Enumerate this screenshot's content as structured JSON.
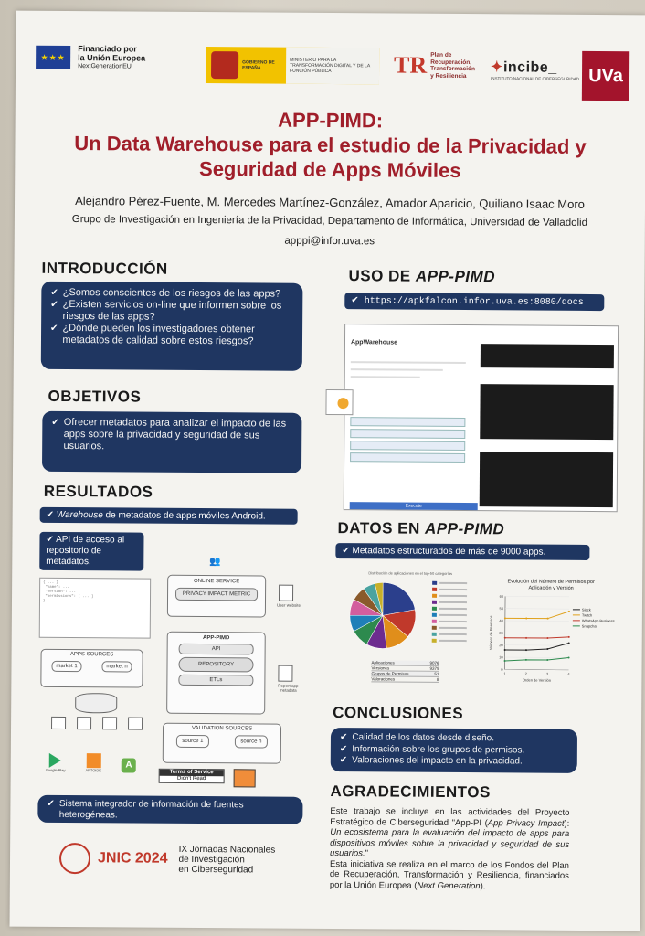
{
  "logos": {
    "eu_line1": "Financiado por",
    "eu_line2": "la Unión Europea",
    "eu_line3": "NextGenerationEU",
    "gov_name": "GOBIERNO DE ESPAÑA",
    "ministry": "MINISTERIO PARA LA TRANSFORMACIÓN DIGITAL Y DE LA FUNCIÓN PÚBLICA",
    "prtr_line1": "Plan de",
    "prtr_line2": "Recuperación,",
    "prtr_line3": "Transformación",
    "prtr_line4": "y Resiliencia",
    "incibe": "incibe_",
    "incibe_sub": "INSTITUTO NACIONAL DE CIBERSEGURIDAD",
    "uva": "UVa",
    "jnic_logo": "JNIC 2024",
    "jnic_line1": "IX Jornadas Nacionales",
    "jnic_line2": "de Investigación",
    "jnic_line3": "en Ciberseguridad"
  },
  "title": {
    "line1": "APP-PIMD:",
    "line2": "Un Data Warehouse para el estudio de la Privacidad y",
    "line3": "Seguridad de Apps Móviles"
  },
  "authors": "Alejandro Pérez-Fuente, M. Mercedes Martínez-González, Amador Aparicio, Quiliano Isaac Moro",
  "affiliation": "Grupo de Investigación en Ingeniería de la Privacidad, Departamento de Informática, Universidad de Valladolid",
  "email": "apppi@infor.uva.es",
  "intro": {
    "heading": "INTRODUCCIÓN",
    "items": [
      "¿Somos conscientes de los riesgos de las apps?",
      "¿Existen servicios on-line que informen sobre los riesgos de las apps?",
      "¿Dónde pueden los investigadores obtener metadatos de calidad sobre estos riesgos?"
    ]
  },
  "objetivos": {
    "heading": "OBJETIVOS",
    "items": [
      "Ofrecer metadatos para analizar el impacto de las apps sobre la privacidad y seguridad de sus usuarios."
    ]
  },
  "resultados": {
    "heading": "RESULTADOS",
    "item1_em": "Warehouse",
    "item1_rest": " de metadatos de apps móviles Android.",
    "item2": "API de acceso al repositorio de metadatos.",
    "item3": "Sistema integrador de información de fuentes heterogéneas."
  },
  "diagram": {
    "online_service": "ONLINE SERVICE",
    "pim": "PRIVACY IMPACT METRIC",
    "app_pimd": "APP-PIMD",
    "api": "API",
    "repository": "REPOSITORY",
    "etls": "ETLs",
    "apps_sources": "APPS SOURCES",
    "market1": "market 1",
    "marketn": "market n",
    "validation_sources": "VALIDATION SOURCES",
    "source1": "source 1",
    "sourcen": "source n",
    "user_website": "User website",
    "report_metadata": "Report app metadata",
    "tos_line1": "Terms of Service",
    "tos_line2": "Didn't Read",
    "google_play": "Google Play",
    "aptoide": "APTOIDE"
  },
  "uso": {
    "heading_plain": "USO DE ",
    "heading_em": "APP-PIMD",
    "url": "https://apkfalcon.infor.uva.es:8080/docs",
    "app_title": "AppWarehouse",
    "execute": "Execute"
  },
  "datos": {
    "heading_plain": "DATOS EN ",
    "heading_em": "APP-PIMD",
    "item": "Metadatos estructurados de más de 9000 apps.",
    "pie_title": "Distribución de aplicaciones en el top-50 categorías",
    "line_title_1": "Evolución del Número de Permisos por",
    "line_title_2": "Aplicación y Versión",
    "line_ylabel": "Número de Permisos",
    "line_xlabel": "Orden de Versión",
    "table": [
      {
        "label": "Aplicaciones",
        "value": "9076"
      },
      {
        "label": "Versiones",
        "value": "9379"
      },
      {
        "label": "Grupos de Permisos",
        "value": "51"
      },
      {
        "label": "Valoraciones",
        "value": "8"
      }
    ]
  },
  "chart_data": [
    {
      "type": "pie",
      "title": "Distribución de aplicaciones en el top-50 categorías",
      "categories": [
        "c1",
        "c2",
        "c3",
        "c4",
        "c5",
        "c6",
        "c7",
        "c8",
        "c9",
        "c10"
      ],
      "values": [
        22,
        14,
        12,
        10,
        9,
        8,
        8,
        7,
        6,
        4
      ],
      "colors": [
        "#2b3f8c",
        "#c0392b",
        "#e08e1b",
        "#6d2c8f",
        "#2d8a4e",
        "#1f7fb8",
        "#d35e9e",
        "#8a5a2b",
        "#4aa3a0",
        "#c7b02b"
      ]
    },
    {
      "type": "line",
      "title": "Evolución del Número de Permisos por Aplicación y Versión",
      "xlabel": "Orden de Versión",
      "ylabel": "Número de Permisos",
      "x": [
        1,
        2,
        3,
        4
      ],
      "ylim": [
        0,
        60
      ],
      "series": [
        {
          "name": "Slack",
          "color": "#222222",
          "values": [
            16,
            16,
            17,
            22
          ]
        },
        {
          "name": "Twitch",
          "color": "#e0a11b",
          "values": [
            42,
            42,
            42,
            48
          ]
        },
        {
          "name": "WhatsApp Business",
          "color": "#c0392b",
          "values": [
            26,
            26,
            26,
            27
          ]
        },
        {
          "name": "Snapchat",
          "color": "#2d8a4e",
          "values": [
            7,
            8,
            8,
            10
          ]
        }
      ]
    }
  ],
  "conclusiones": {
    "heading": "CONCLUSIONES",
    "items": [
      "Calidad de los datos desde diseño.",
      "Información sobre los grupos de permisos.",
      "Valoraciones del impacto en la privacidad."
    ]
  },
  "agradecimientos": {
    "heading": "AGRADECIMIENTOS",
    "p1_a": "Este trabajo se incluye en las actividades del Proyecto Estratégico de Ciberseguridad \"App-PI (",
    "p1_em1": "App Privacy Impact",
    "p1_b": "): ",
    "p1_em2": "Un ecosistema para la evaluación del impacto de apps para dispositivos móviles sobre la privacidad y seguridad de sus usuarios.",
    "p1_c": "\"",
    "p2_a": "Esta iniciativa se realiza en el marco de los Fondos del Plan de Recuperación, Transformación y Resiliencia, financiados por la Unión Europea (",
    "p2_em": "Next Generation",
    "p2_b": ")."
  },
  "colors": {
    "title_red": "#a01e2a",
    "box_navy": "#1f3661"
  }
}
